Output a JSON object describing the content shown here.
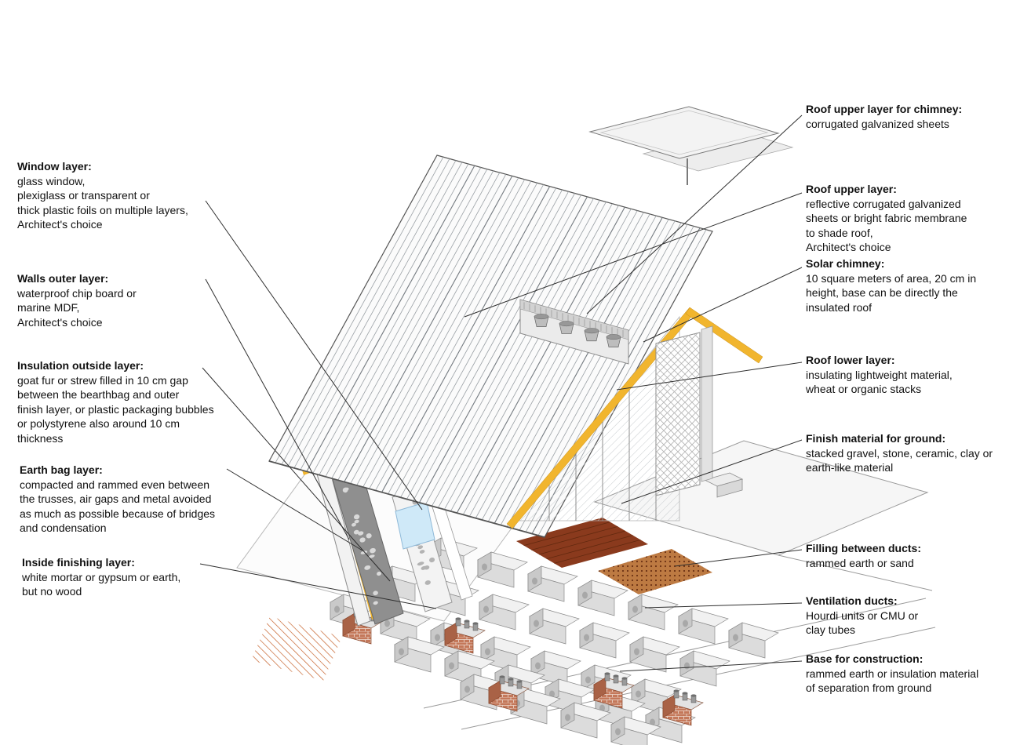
{
  "annotations": {
    "left": [
      {
        "title": "Window layer:",
        "body": "glass window,\nplexiglass or transparent or\nthick plastic foils on multiple layers,\nArchitect's choice"
      },
      {
        "title": "Walls outer layer:",
        "body": "waterproof chip board or\nmarine MDF,\nArchitect's choice"
      },
      {
        "title": "Insulation outside layer:",
        "body": "goat fur or strew filled in 10 cm gap\nbetween the bearthbag and outer\nfinish layer, or plastic packaging bubbles\nor polystyrene also around 10 cm\nthickness"
      },
      {
        "title": "Earth bag layer:",
        "body": "compacted and rammed even between\nthe trusses, air gaps and metal avoided\nas much as possible because of bridges\nand condensation"
      },
      {
        "title": "Inside finishing layer:",
        "body": "white mortar or gypsum or earth,\nbut no wood"
      }
    ],
    "right": [
      {
        "title": "Roof upper layer for chimney:",
        "body": "corrugated galvanized sheets"
      },
      {
        "title": "Roof upper layer:",
        "body": "reflective corrugated galvanized\nsheets or bright fabric membrane\nto shade roof,\nArchitect's choice"
      },
      {
        "title": "Solar chimney:",
        "body": "10 square meters of area, 20 cm in\nheight, base can be directly the\ninsulated roof"
      },
      {
        "title": "Roof lower layer:",
        "body": "insulating lightweight material,\nwheat or organic stacks"
      },
      {
        "title": "Finish material for ground:",
        "body": "stacked gravel, stone, ceramic, clay or\nearth-like material"
      },
      {
        "title": "Filling between ducts:",
        "body": "rammed earth or sand"
      },
      {
        "title": "Ventilation ducts:",
        "body": "Hourdi units or CMU or\nclay tubes"
      },
      {
        "title": "Base for construction:",
        "body": "rammed earth or insulation material\nof separation from ground"
      }
    ]
  },
  "colors": {
    "insulation_yellow": "#f1b52e",
    "window_blue": "#cfe9f8",
    "rammed_earth_dark": "#8a3a1d",
    "sand_fill": "#bd7a42",
    "brick_red": "#c4785a",
    "hatch_orange": "#c2571c",
    "leader_line": "#2f2f2f"
  }
}
